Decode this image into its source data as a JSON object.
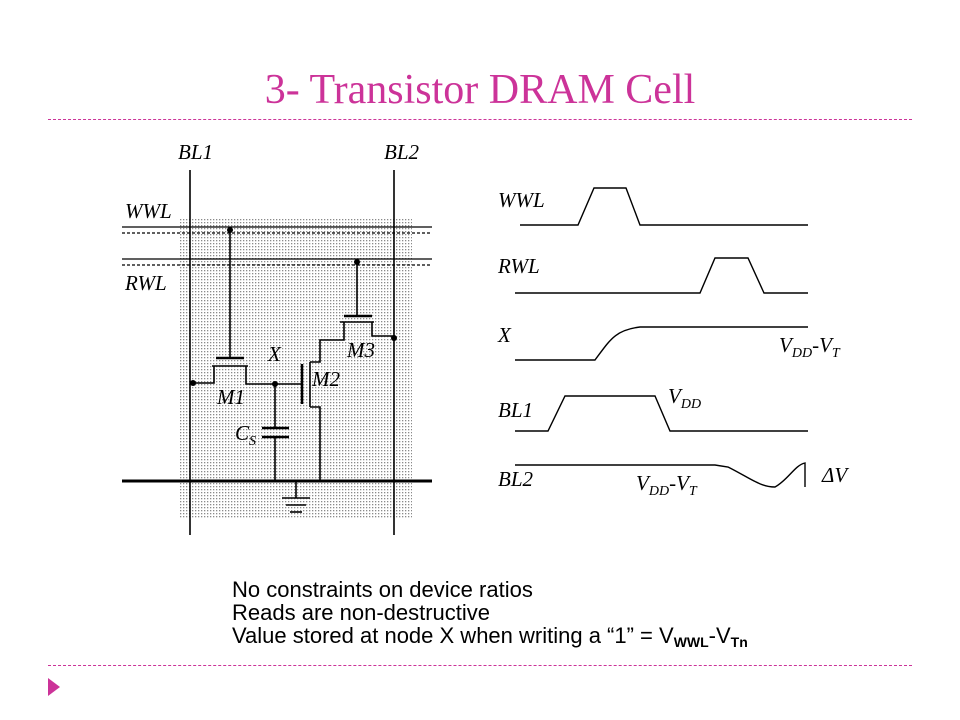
{
  "slide": {
    "title": "3- Transistor DRAM Cell",
    "accent_color": "#cc3399"
  },
  "schematic": {
    "bitlines": [
      "BL1",
      "BL2"
    ],
    "wordlines": [
      "WWL",
      "RWL"
    ],
    "transistors": [
      "M1",
      "M2",
      "M3"
    ],
    "node_label": "X",
    "capacitor_label": "CS",
    "capacitor_main": "C",
    "capacitor_sub": "S"
  },
  "waveforms": {
    "signals": [
      "WWL",
      "RWL",
      "X",
      "BL1",
      "BL2"
    ],
    "x_level": {
      "main1": "V",
      "sub1": "DD",
      "dash": "-",
      "main2": "V",
      "sub2": "T"
    },
    "bl1_level": {
      "main": "V",
      "sub": "DD"
    },
    "bl2_level": {
      "main1": "V",
      "sub1": "DD",
      "dash": "-",
      "main2": "V",
      "sub2": "T"
    },
    "delta_label": "ΔV"
  },
  "notes": {
    "line1": "No constraints on device ratios",
    "line2": "Reads are non-destructive",
    "line3_prefix": "Value stored at node X when writing a “1” = V",
    "line3_sub1": "WWL",
    "line3_mid": "-V",
    "line3_sub2": "Tn"
  }
}
